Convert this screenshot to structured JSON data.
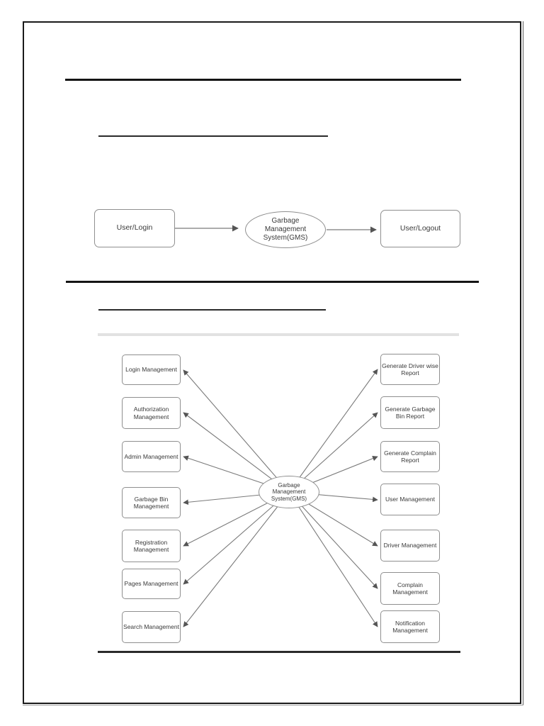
{
  "diagram1": {
    "start_label": "User/Login",
    "center_label": "Garbage Management System(GMS)",
    "end_label": "User/Logout"
  },
  "diagram2": {
    "center_label": "Garbage Management System(GMS)",
    "left_boxes": [
      "Login Management",
      "Authorization Management",
      "Admin Management",
      "Garbage Bin Management",
      "Registration Management",
      "Pages Management",
      "Search Management"
    ],
    "right_boxes": [
      "Generate Driver wise Report",
      "Generate Garbage Bin Report",
      "Generate Complain Report",
      "User Management",
      "Driver Management",
      "Complain Management",
      "Notification Management"
    ]
  },
  "colors": {
    "page_border": "#1a1a1a",
    "box_border": "#8f8f8f",
    "arrow": "#7a7a7a",
    "text": "#3a3a3a",
    "gray_band": "#e2e2e2"
  }
}
